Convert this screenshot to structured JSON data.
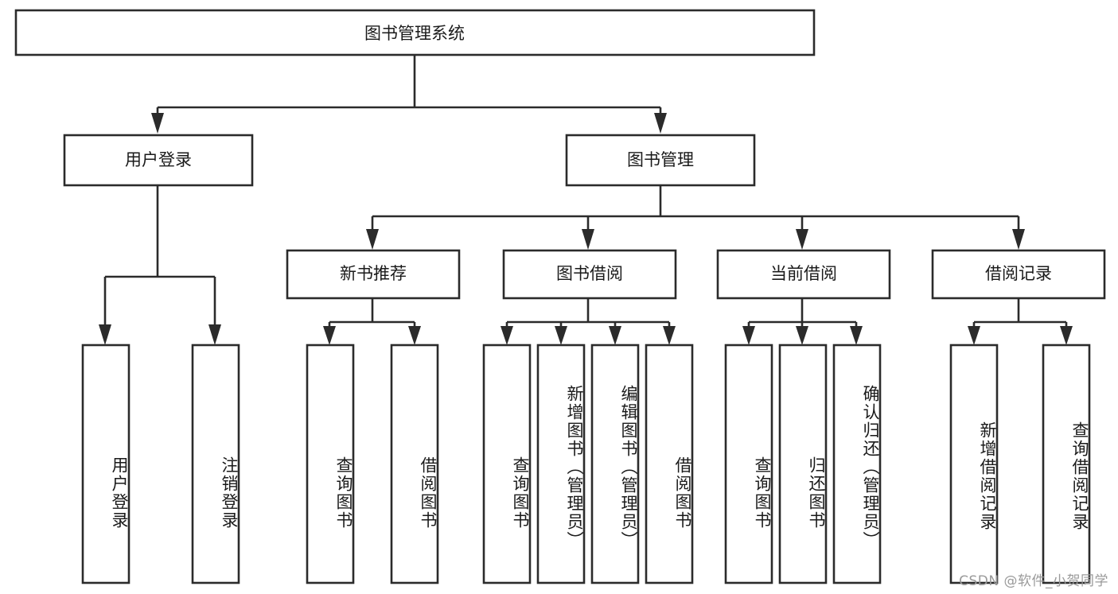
{
  "diagram": {
    "title": "图书管理系统",
    "root": {
      "id": "root",
      "label": "图书管理系统"
    },
    "level2": [
      {
        "id": "user-login",
        "label": "用户登录"
      },
      {
        "id": "book-management",
        "label": "图书管理"
      }
    ],
    "level3": [
      {
        "id": "new-book-recommend",
        "label": "新书推荐",
        "parent": "book-management"
      },
      {
        "id": "book-borrow",
        "label": "图书借阅",
        "parent": "book-management"
      },
      {
        "id": "current-borrow",
        "label": "当前借阅",
        "parent": "book-management"
      },
      {
        "id": "borrow-record",
        "label": "借阅记录",
        "parent": "book-management"
      }
    ],
    "leaves": [
      {
        "id": "leaf-user-login",
        "label": "用户登录",
        "parent": "user-login"
      },
      {
        "id": "leaf-logout-login",
        "label": "注销登录",
        "parent": "user-login"
      },
      {
        "id": "leaf-query-book-1",
        "label": "查询图书",
        "parent": "new-book-recommend"
      },
      {
        "id": "leaf-borrow-book-1",
        "label": "借阅图书",
        "parent": "new-book-recommend"
      },
      {
        "id": "leaf-query-book-2",
        "label": "查询图书",
        "parent": "book-borrow"
      },
      {
        "id": "leaf-add-book-admin",
        "label": "新增图书（管理员）",
        "parent": "book-borrow"
      },
      {
        "id": "leaf-edit-book-admin",
        "label": "编辑图书（管理员）",
        "parent": "book-borrow"
      },
      {
        "id": "leaf-borrow-book-2",
        "label": "借阅图书",
        "parent": "book-borrow"
      },
      {
        "id": "leaf-query-book-3",
        "label": "查询图书",
        "parent": "current-borrow"
      },
      {
        "id": "leaf-return-book",
        "label": "归还图书",
        "parent": "current-borrow"
      },
      {
        "id": "leaf-confirm-return-admin",
        "label": "确认归还（管理员）",
        "parent": "current-borrow"
      },
      {
        "id": "leaf-add-borrow-record",
        "label": "新增借阅记录",
        "parent": "borrow-record"
      },
      {
        "id": "leaf-query-borrow-record",
        "label": "查询借阅记录",
        "parent": "borrow-record"
      }
    ],
    "colors": {
      "stroke": "#2b2b2b",
      "fill": "#ffffff",
      "text": "#1a1a1a",
      "watermark": "#9a9a9a"
    }
  },
  "watermark": {
    "text": "CSDN @软件_小贺同学"
  }
}
